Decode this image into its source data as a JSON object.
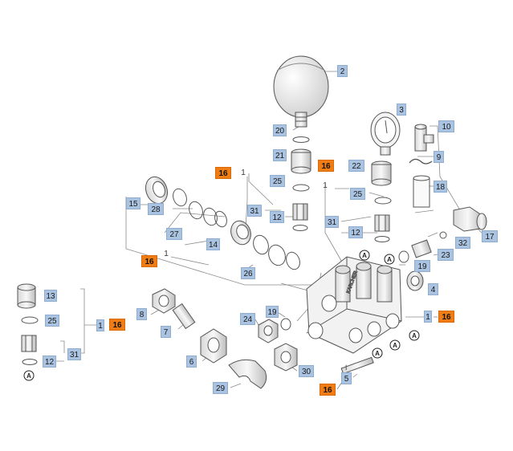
{
  "diagram": {
    "colors": {
      "callout_blue": "#a9c3e0",
      "callout_orange": "#f07d14",
      "line": "#8a8a8a",
      "part_stroke": "#555555"
    },
    "labels": {
      "l1": "1",
      "l2": "2",
      "l3": "3",
      "l4": "4",
      "l5": "5",
      "l6": "6",
      "l7": "7",
      "l8": "8",
      "l9": "9",
      "l10": "10",
      "l12": "12",
      "l13": "13",
      "l14": "14",
      "l15": "15",
      "l16": "16",
      "l17": "17",
      "l18": "18",
      "l19": "19",
      "l20": "20",
      "l21": "21",
      "l22": "22",
      "l23": "23",
      "l24": "24",
      "l25": "25",
      "l26": "26",
      "l27": "27",
      "l28": "28",
      "l29": "29",
      "l30": "30",
      "l31": "31",
      "l32": "32",
      "marker_a": "A"
    }
  }
}
